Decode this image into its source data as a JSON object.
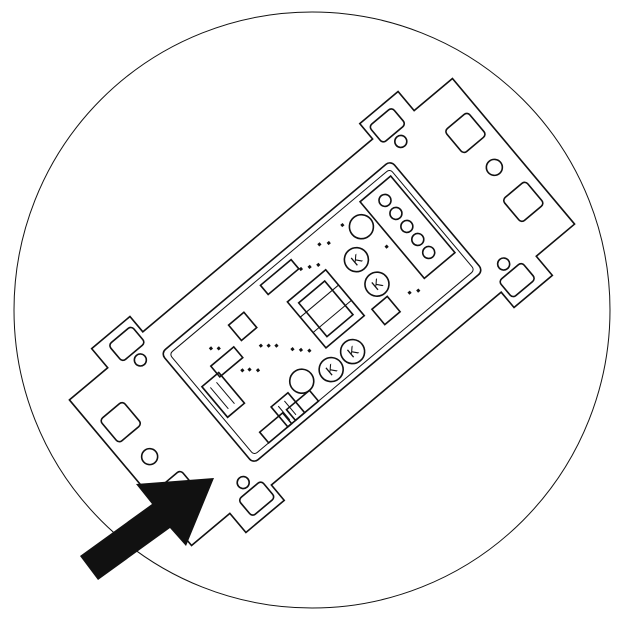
{
  "diagram": {
    "title": "",
    "components": [
      {
        "id": "mounting-plate",
        "label": ""
      },
      {
        "id": "circuit-board",
        "label": ""
      },
      {
        "id": "terminal-block",
        "label": ""
      },
      {
        "id": "connector-1",
        "label": ""
      },
      {
        "id": "connector-2",
        "label": ""
      },
      {
        "id": "pointer-arrow",
        "label": ""
      }
    ],
    "colors": {
      "stroke": "#111111",
      "background": "#ffffff",
      "arrow": "#111111"
    },
    "icons": [
      "pointer-arrow-icon",
      "terminal-screw-icon",
      "relay-k-icon"
    ]
  }
}
